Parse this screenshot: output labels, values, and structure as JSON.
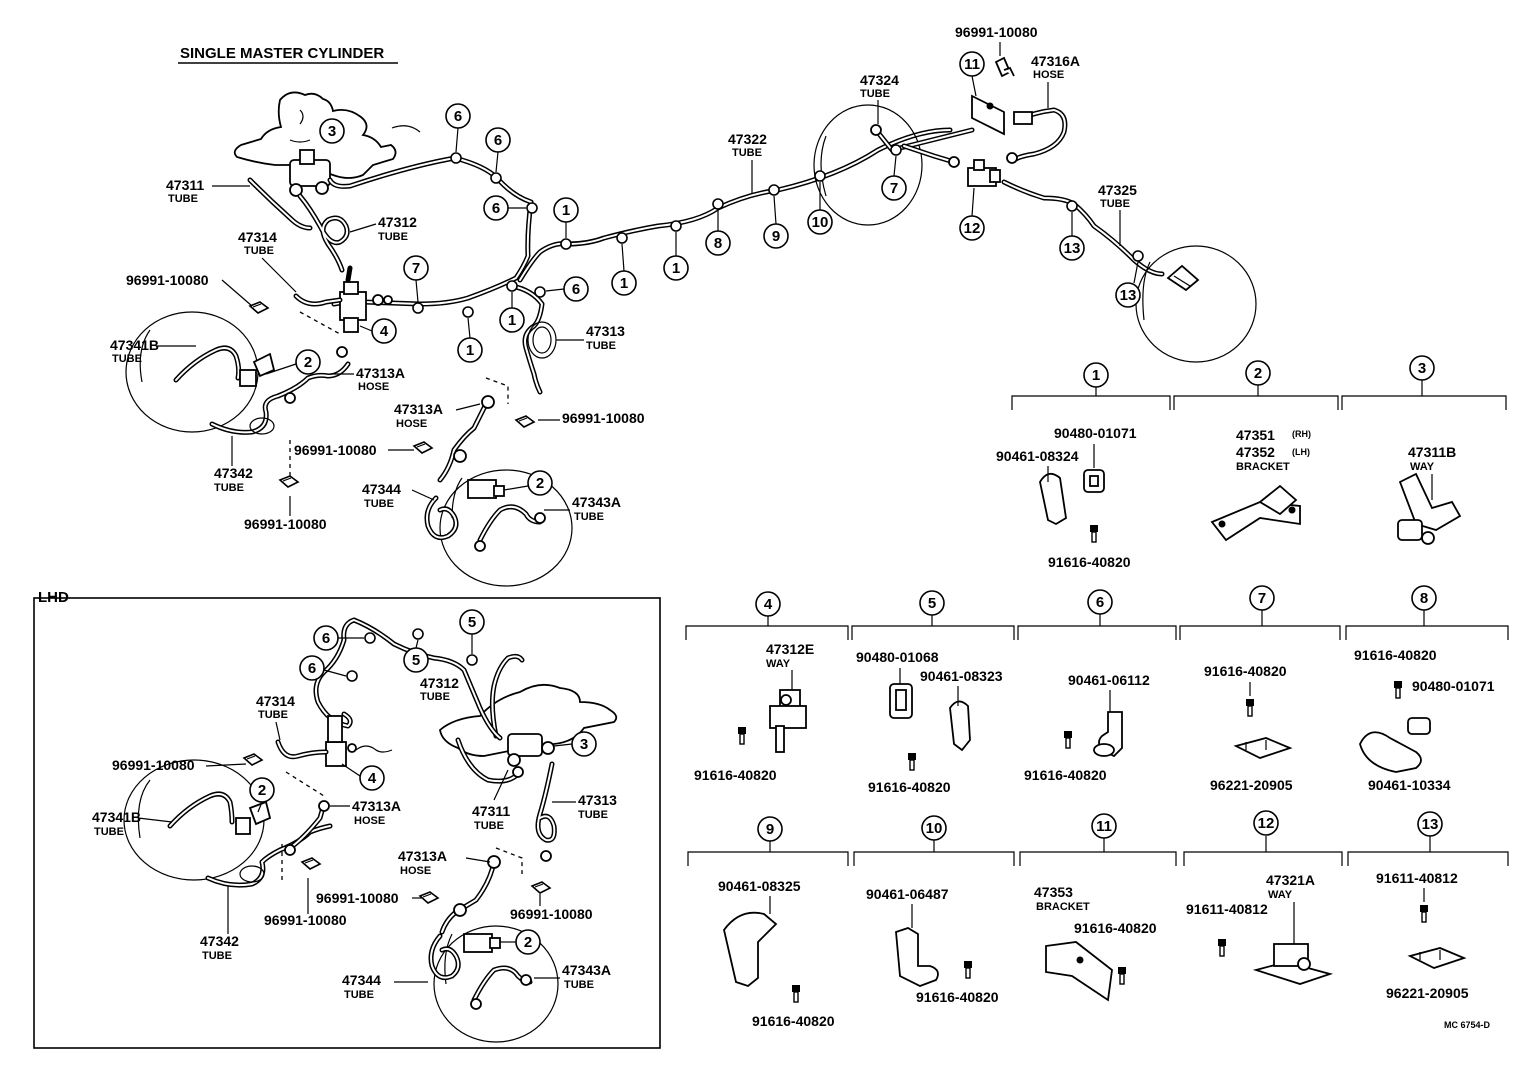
{
  "title": "SINGLE MASTER CYLINDER",
  "lhd_title": "LHD",
  "figure_code": "MC 6754-D",
  "parts_main": {
    "p96991_top": "96991-10080",
    "p47316A": "47316A",
    "p47316A_sub": "HOSE",
    "p47324": "47324",
    "p47324_sub": "TUBE",
    "p47322": "47322",
    "p47322_sub": "TUBE",
    "p47325": "47325",
    "p47325_sub": "TUBE",
    "p47311": "47311",
    "p47311_sub": "TUBE",
    "p47312": "47312",
    "p47312_sub": "TUBE",
    "p47314": "47314",
    "p47314_sub": "TUBE",
    "p96991_a": "96991-10080",
    "p47341B": "47341B",
    "p47341B_sub": "TUBE",
    "p47313A": "47313A",
    "p47313A_sub": "HOSE",
    "p47313": "47313",
    "p47313_sub": "TUBE",
    "p47313A_b": "47313A",
    "p47313A_b_sub": "HOSE",
    "p96991_b": "96991-10080",
    "p96991_c": "96991-10080",
    "p47342": "47342",
    "p47342_sub": "TUBE",
    "p96991_d": "96991-10080",
    "p47344": "47344",
    "p47344_sub": "TUBE",
    "p47343A": "47343A",
    "p47343A_sub": "TUBE"
  },
  "parts_lhd": {
    "p47312": "47312",
    "p47312_sub": "TUBE",
    "p47314": "47314",
    "p47314_sub": "TUBE",
    "p96991_a": "96991-10080",
    "p47341B": "47341B",
    "p47341B_sub": "TUBE",
    "p47313A": "47313A",
    "p47313A_sub": "HOSE",
    "p47311": "47311",
    "p47311_sub": "TUBE",
    "p47313": "47313",
    "p47313_sub": "TUBE",
    "p47313A_b": "47313A",
    "p47313A_b_sub": "HOSE",
    "p96991_b": "96991-10080",
    "p96991_c": "96991-10080",
    "p96991_d": "96991-10080",
    "p47342": "47342",
    "p47342_sub": "TUBE",
    "p47344": "47344",
    "p47344_sub": "TUBE",
    "p47343A": "47343A",
    "p47343A_sub": "TUBE"
  },
  "callouts": {
    "c1": "1",
    "c2": "2",
    "c3": "3",
    "c4": "4",
    "c5": "5",
    "c6": "6",
    "c7": "7",
    "c8": "8",
    "c9": "9",
    "c10": "10",
    "c11": "11",
    "c12": "12",
    "c13": "13"
  },
  "details": {
    "d1": [
      "90480-01071",
      "90461-08324",
      "91616-40820"
    ],
    "d2": [
      "47351",
      "(RH)",
      "47352",
      "(LH)",
      "BRACKET"
    ],
    "d3": [
      "47311B",
      "WAY"
    ],
    "d4": [
      "47312E",
      "WAY",
      "91616-40820"
    ],
    "d5": [
      "90480-01068",
      "90461-08323",
      "91616-40820"
    ],
    "d6": [
      "90461-06112",
      "91616-40820"
    ],
    "d7": [
      "91616-40820",
      "96221-20905"
    ],
    "d8": [
      "91616-40820",
      "90480-01071",
      "90461-10334"
    ],
    "d9": [
      "90461-08325",
      "91616-40820"
    ],
    "d10": [
      "90461-06487",
      "91616-40820"
    ],
    "d11": [
      "47353",
      "BRACKET",
      "91616-40820"
    ],
    "d12": [
      "47321A",
      "WAY",
      "91611-40812"
    ],
    "d13": [
      "91611-40812",
      "96221-20905"
    ]
  }
}
